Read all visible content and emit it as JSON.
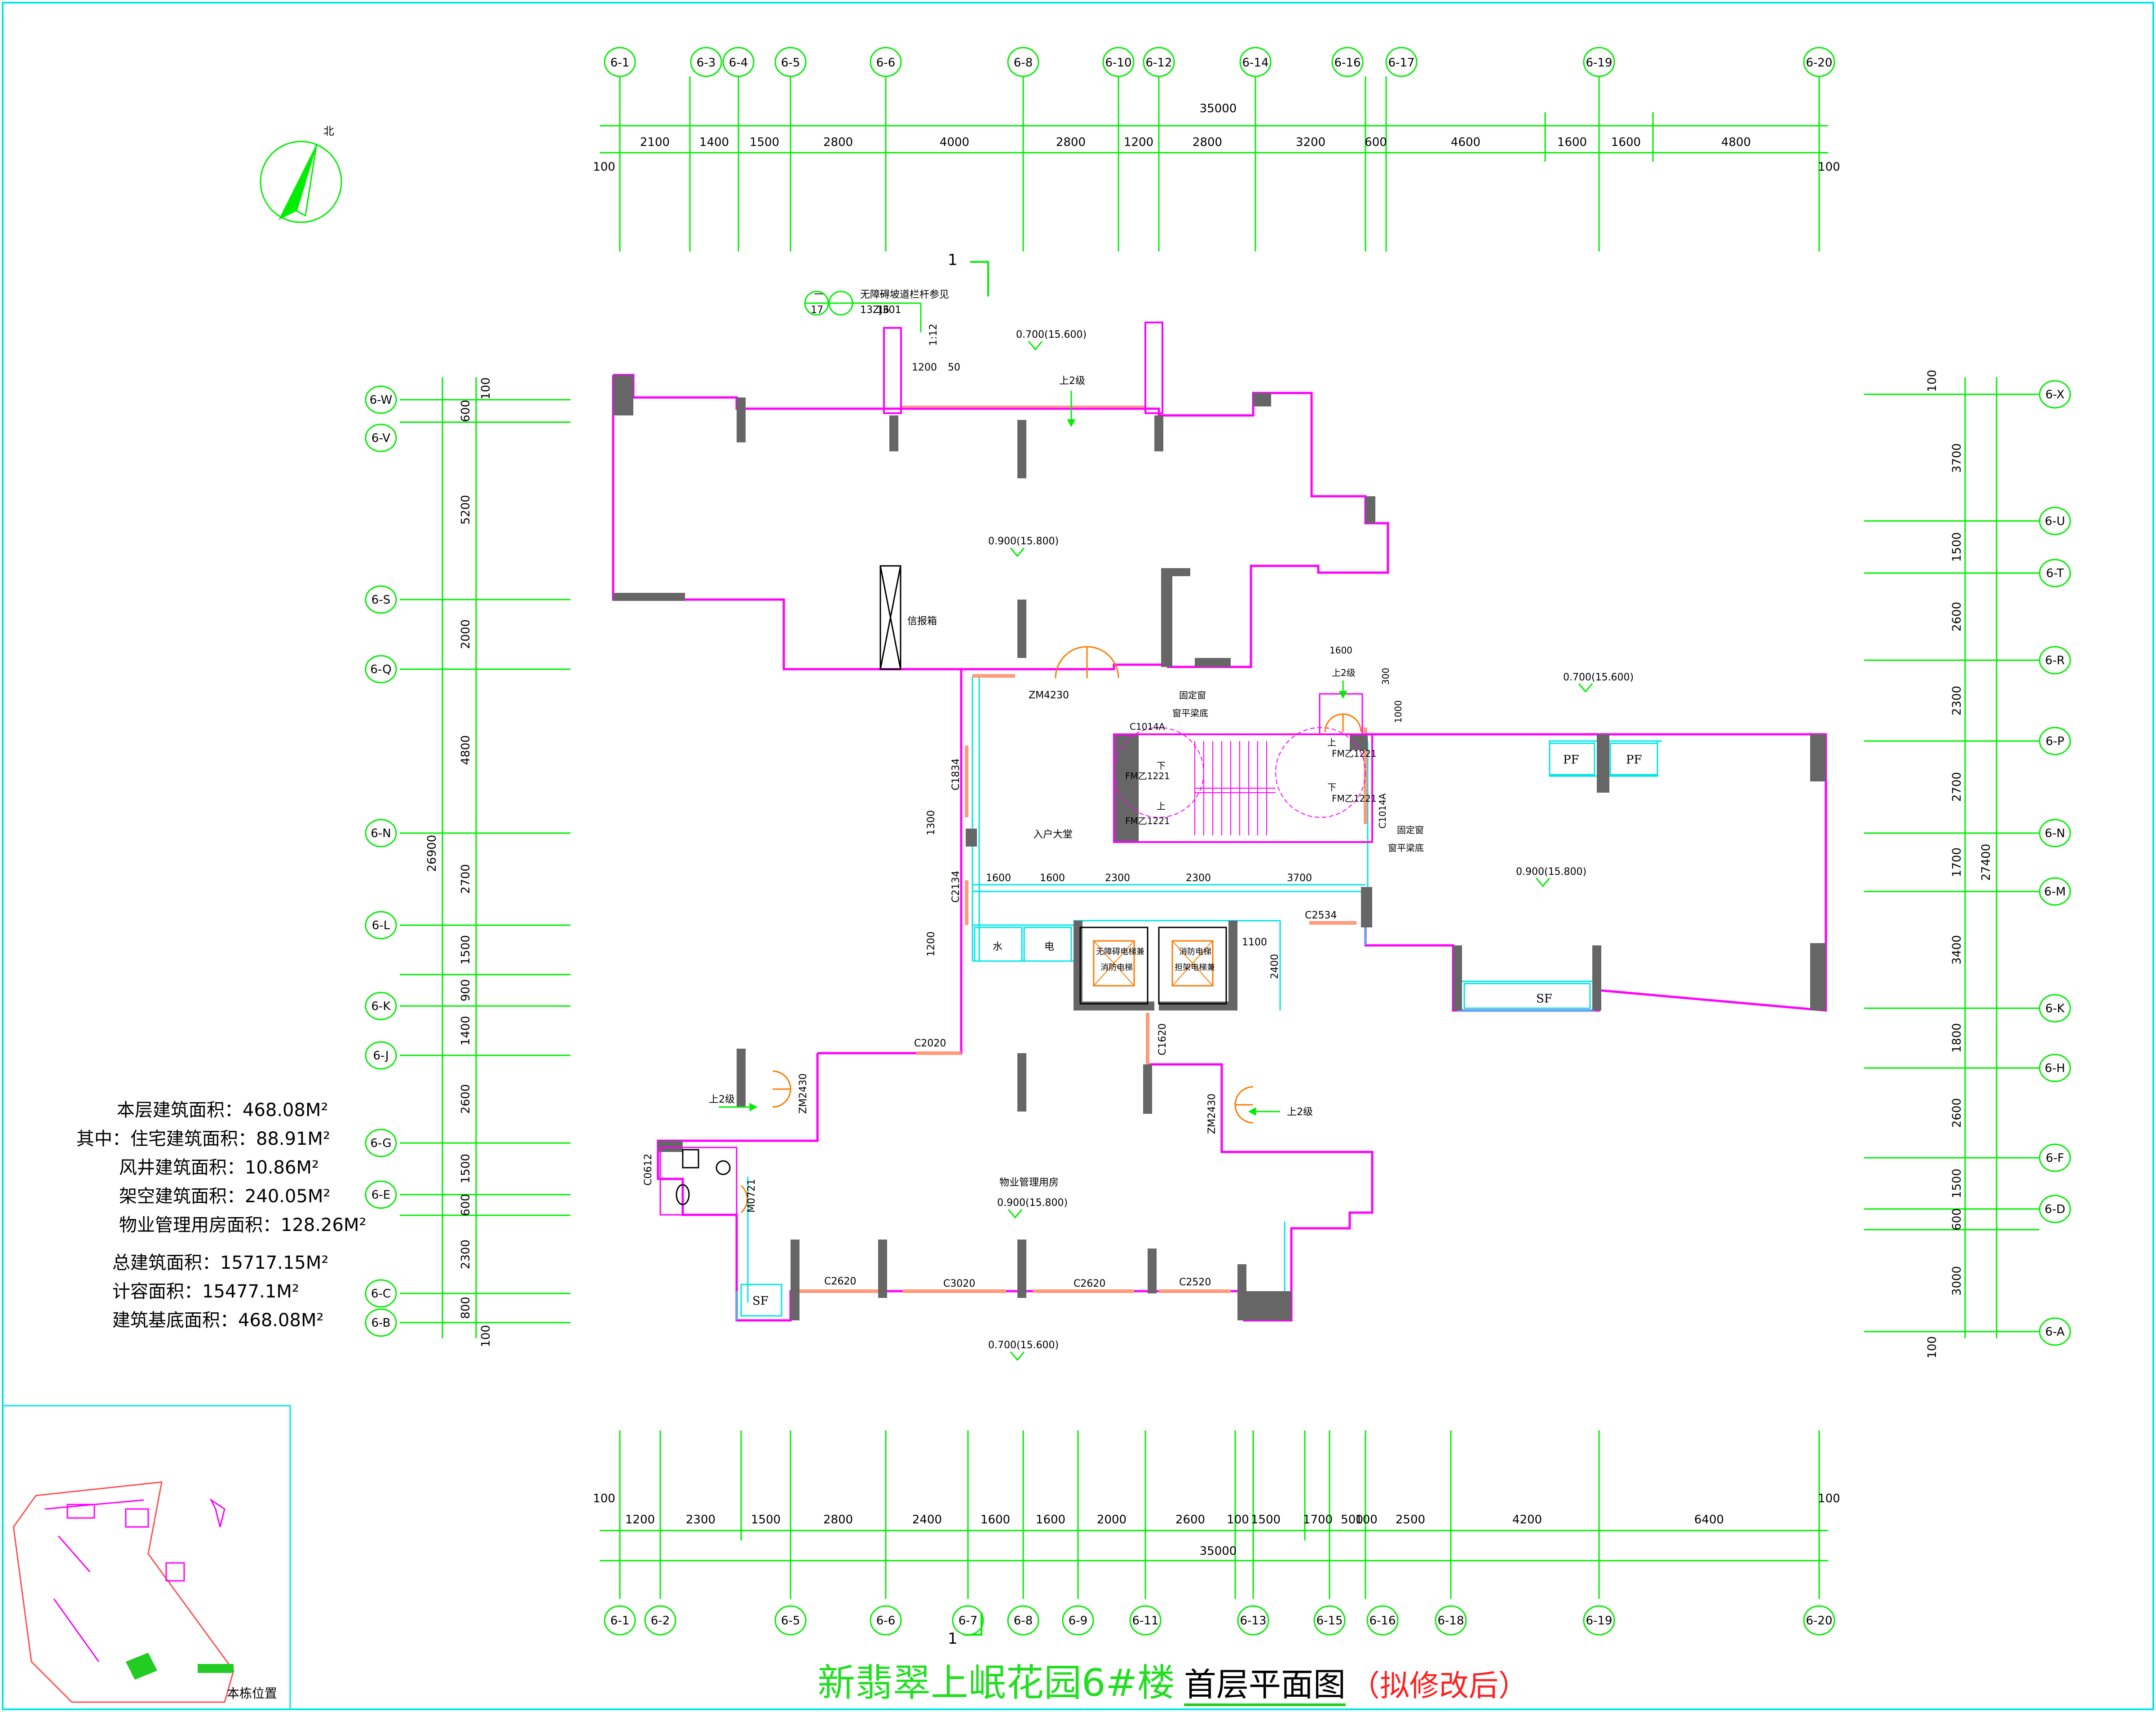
{
  "drawing": {
    "title_main": "新翡翠上岷花园6#楼",
    "title_sub": "首层平面图",
    "title_note": "（拟修改后）",
    "north_label": "北"
  },
  "axes": {
    "top": [
      "6-1",
      "6-3",
      "6-4",
      "6-5",
      "6-6",
      "6-8",
      "6-10",
      "6-12",
      "6-14",
      "6-16",
      "6-17",
      "6-19",
      "6-20"
    ],
    "bottom": [
      "6-1",
      "6-2",
      "6-5",
      "6-6",
      "6-7",
      "6-8",
      "6-9",
      "6-11",
      "6-13",
      "6-15",
      "6-16",
      "6-18",
      "6-19",
      "6-20"
    ],
    "left": [
      "6-W",
      "6-V",
      "6-S",
      "6-Q",
      "6-N",
      "6-L",
      "6-K",
      "6-J",
      "6-G",
      "6-E",
      "6-C",
      "6-B"
    ],
    "right": [
      "6-X",
      "6-U",
      "6-T",
      "6-R",
      "6-P",
      "6-N",
      "6-M",
      "6-K",
      "6-H",
      "6-F",
      "6-D",
      "6-A"
    ]
  },
  "dimensions": {
    "top_total": "35000",
    "top_segments": [
      "2100",
      "1400",
      "1500",
      "2800",
      "4000",
      "2800",
      "1200",
      "2800",
      "3200",
      "600",
      "4600",
      "1600",
      "1600",
      "4800"
    ],
    "top_ends": [
      "100",
      "100"
    ],
    "bottom_total": "35000",
    "bottom_segments": [
      "1200",
      "2300",
      "1500",
      "2800",
      "2400",
      "1600",
      "1600",
      "2000",
      "2600",
      "100",
      "1500",
      "1700",
      "500",
      "100",
      "2500",
      "4200",
      "6400"
    ],
    "bottom_ends": [
      "100",
      "100"
    ],
    "left_total": "26900",
    "left_segments": [
      "600",
      "5200",
      "2000",
      "4800",
      "2700",
      "1500",
      "900",
      "1400",
      "2600",
      "1500",
      "600",
      "2300",
      "800"
    ],
    "left_ends": [
      "100",
      "100"
    ],
    "right_total": "27400",
    "right_segments": [
      "3700",
      "1500",
      "2600",
      "2300",
      "2700",
      "1700",
      "3400",
      "1800",
      "2600",
      "1500",
      "600",
      "3000"
    ],
    "right_ends": [
      "100",
      "100"
    ]
  },
  "labels": {
    "elev_top": "0.700(15.600)",
    "elev_hall": "0.900(15.800)",
    "elev_right_top": "0.700(15.600)",
    "elev_right": "0.900(15.800)",
    "elev_property": "0.900(15.800)",
    "elev_bottom": "0.700(15.600)",
    "entry_hall": "入户大堂",
    "property_room": "物业管理用房",
    "mailbox": "信报箱",
    "stairs_up_2": "上2级",
    "ramp_note": "无障碍坡道栏杆参见",
    "ramp_ref": "13ZJ301",
    "ramp_slope": "1:12",
    "ramp_w": "1200",
    "ramp_t": "50",
    "fixed_window": "固定窗",
    "sill_note": "窗平梁底",
    "water": "水",
    "elec": "电",
    "elevator1_a": "无障碍电梯兼",
    "elevator1_b": "消防电梯",
    "elevator2_a": "消防电梯",
    "elevator2_b": "担架电梯兼",
    "pf": "PF",
    "sf": "SF",
    "up": "上",
    "down": "下",
    "section_mark": "1",
    "detail_a1": "一",
    "detail_a2": "17",
    "detail_b1": "一",
    "detail_b2": "16",
    "dim_1600": "1600",
    "dim_300": "300",
    "dim_1000": "1000",
    "dim_1300": "1300",
    "dim_1200": "1200",
    "dim_1100": "1100",
    "dim_2400": "2400",
    "hall_dims": [
      "1600",
      "1600",
      "2300",
      "2300",
      "3700"
    ],
    "doors": {
      "zm4230": "ZM4230",
      "c1014a": "C1014A",
      "c1014a_r": "C1014A",
      "fm1": "FM乙1221",
      "fm2": "FM乙1221",
      "fm3": "FM乙1221",
      "fm4": "FM乙1221",
      "c1834": "C1834",
      "c2134": "C2134",
      "c2534": "C2534",
      "c2020": "C2020",
      "c1620": "C1620",
      "zm2430a": "ZM2430",
      "zm2430b": "ZM2430",
      "c0612": "C0612",
      "m0721": "M0721",
      "c2620a": "C2620",
      "c3020": "C3020",
      "c2620b": "C2620",
      "c2520": "C2520"
    }
  },
  "area_table": [
    "本层建筑面积：468.08M²",
    "其中：住宅建筑面积：88.91M²",
    "风井建筑面积：10.86M²",
    "架空建筑面积：240.05M²",
    "物业管理用房面积：128.26M²",
    "总建筑面积：15717.15M²",
    "计容面积：15477.1M²",
    "建筑基底面积：468.08M²"
  ],
  "site_map": {
    "label": "本栋位置"
  },
  "colors": {
    "wall": "#ff00ff",
    "grid": "#00ee00",
    "column": "#666666",
    "window": "#00e5e5",
    "door": "#ff9a7a",
    "title": "#22dd22",
    "note": "#ff2020"
  }
}
